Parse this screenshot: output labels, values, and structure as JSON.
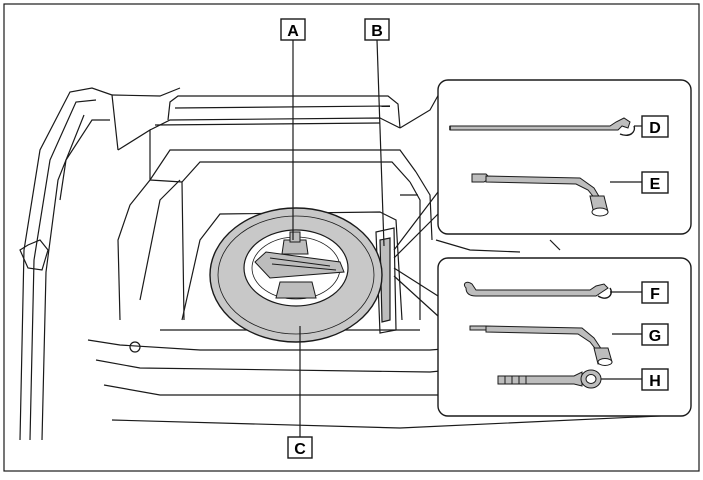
{
  "callouts": {
    "A": "A",
    "B": "B",
    "C": "C",
    "D": "D",
    "E": "E",
    "F": "F",
    "G": "G",
    "H": "H"
  },
  "colors": {
    "line": "#1a1a1a",
    "tire": "#c8c8c8",
    "highlight": "#bdbdbd",
    "background": "#ffffff"
  }
}
